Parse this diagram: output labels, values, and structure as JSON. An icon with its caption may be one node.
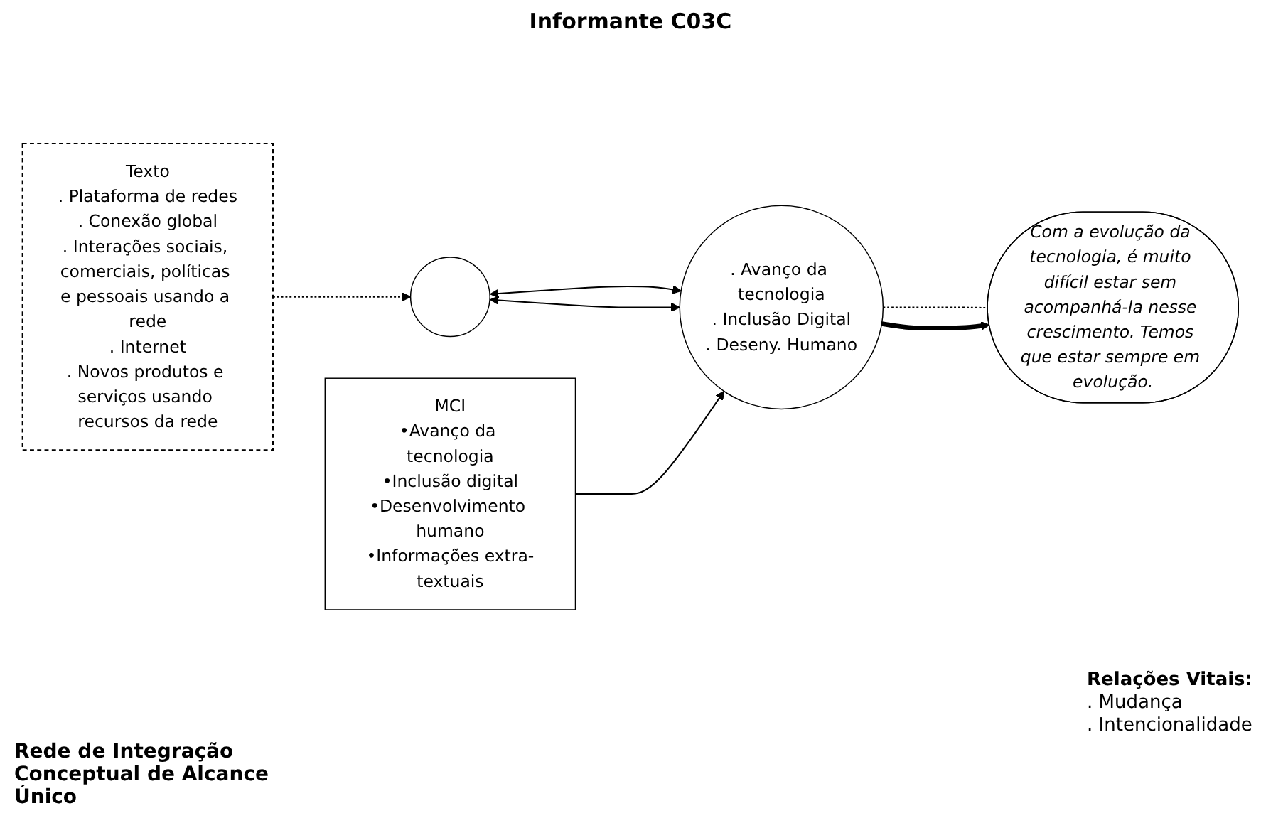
{
  "diagram": {
    "title": "Informante C03C",
    "caption": "Rede de Integração Conceptual de Alcance Único",
    "nodes": [
      {
        "text": [
          "Texto",
          ". Plataforma de redes",
          ". Conexão global",
          ". Interações sociais, comerciais, políticas e pessoais usando a rede",
          ". Internet",
          ". Novos produtos e serviços usando recursos da rede"
        ]
      },
      {
        "text": [],
        "shape": "circle"
      },
      {
        "text": [
          ". Avanço da tecnologia",
          ". Inclusão Digital",
          ". Deseny. Humano"
        ]
      },
      {
        "text": [
          "MCI",
          "•Avanço da tecnologia",
          "•Inclusão digital",
          "•Desenvolvimento humano",
          "•Informações extra-textuais"
        ]
      },
      {
        "text": [
          "Com a evolução da tecnologia, é muito difícil estar sem acompanhá-la nesse crescimento. Temos que estar sempre em evolução."
        ]
      }
    ],
    "edges": [
      {
        "from": 0,
        "to": 1,
        "arrow": "to",
        "style": "dashed"
      },
      {
        "from": 1,
        "to": 2,
        "arrow": "both"
      },
      {
        "from": 1,
        "to": 2,
        "arrow": "both"
      },
      {
        "from": 3,
        "to": 2,
        "arrow": "to"
      },
      {
        "from": 2,
        "to": 4,
        "arrow": "none",
        "style": "dashed"
      },
      {
        "from": 2,
        "to": 4,
        "arrow": "to",
        "style": "thick"
      }
    ],
    "labels": [
      "Relações Vitais:",
      ". Mudança",
      ". Intencionalidade"
    ]
  }
}
